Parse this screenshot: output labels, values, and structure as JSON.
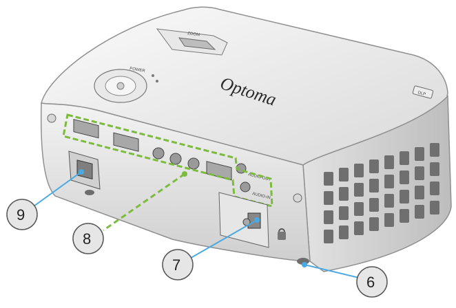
{
  "diagram": {
    "brand_logo": "Optoma",
    "dlp_badge": "DLP",
    "zoom_label": "ZOOM",
    "power_label": "POWER",
    "audio_out_label": "AUDIO-OUT",
    "audio_in_label": "AUDIO-IN",
    "callouts": [
      {
        "id": "callout-9",
        "label": "9"
      },
      {
        "id": "callout-8",
        "label": "8"
      },
      {
        "id": "callout-7",
        "label": "7"
      },
      {
        "id": "callout-6",
        "label": "6"
      }
    ],
    "colors": {
      "highlight": "#7dbb3d",
      "leader": "#4aa9e0",
      "callout_fill": "#e6e6e6",
      "body": "#f1f1f1",
      "shadow": "#cfcfcf"
    }
  }
}
